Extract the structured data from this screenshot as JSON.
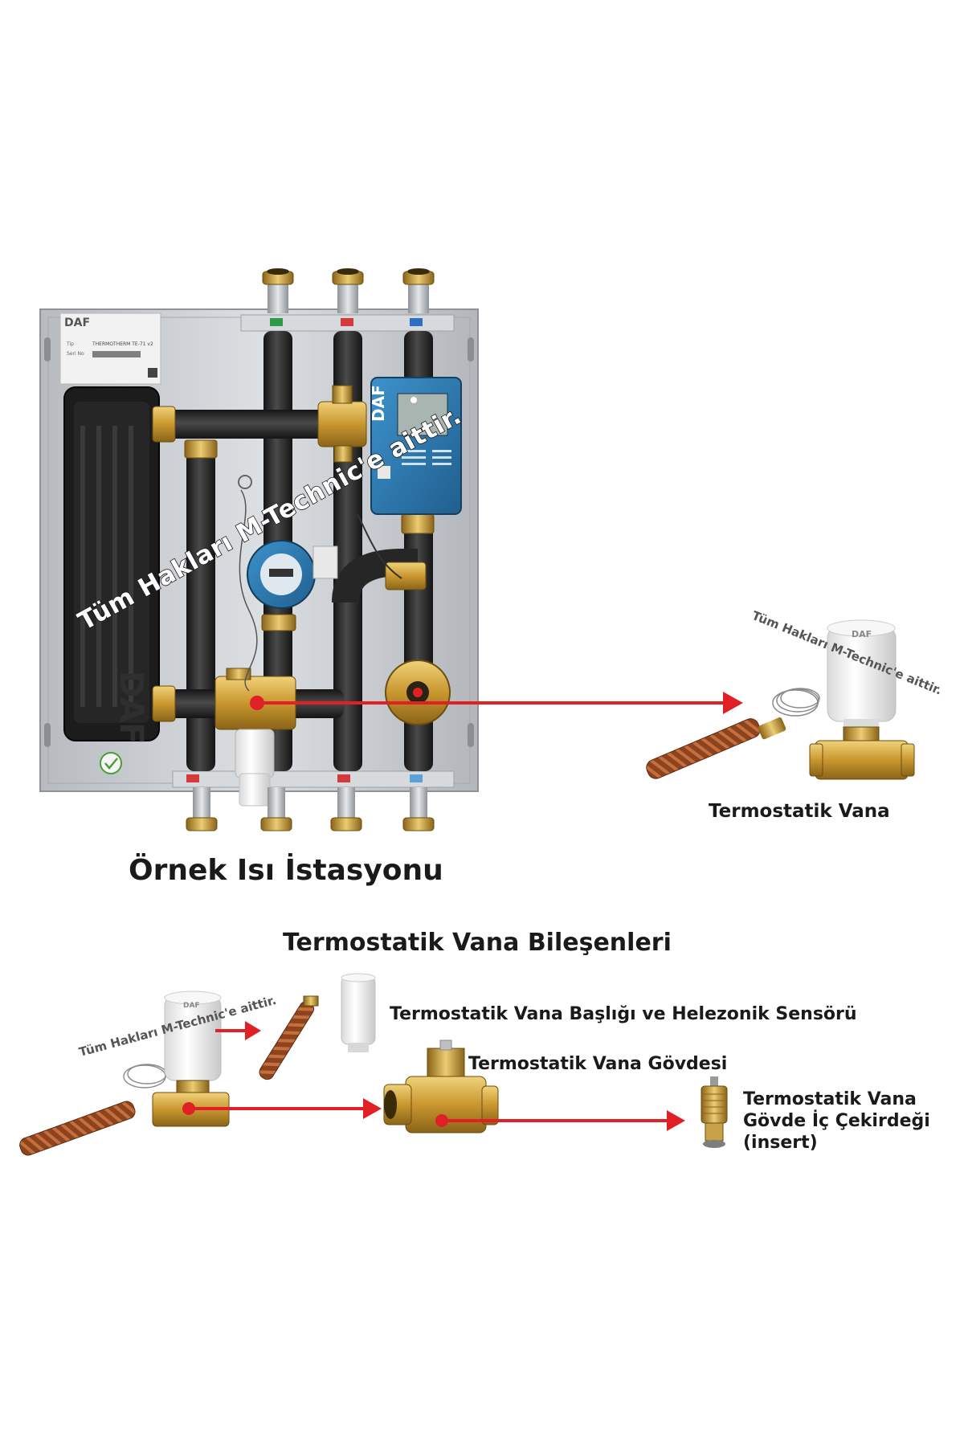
{
  "labels": {
    "station_title": "Örnek Isı İstasyonu",
    "valve_title": "Termostatik Vana",
    "components_heading": "Termostatik Vana Bileşenleri",
    "head_sensor": "Termostatik Vana Başlığı ve Helezonik Sensörü",
    "body": "Termostatik Vana Gövdesi",
    "insert_line1": "Termostatik Vana",
    "insert_line2": "Gövde İç Çekirdeği",
    "insert_line3": "(insert)"
  },
  "watermarks": {
    "main": "Tüm Hakları M-Technic'e aittir.",
    "valve": "Tüm Hakları M-Technic'e aittir.",
    "components": "Tüm Hakları M-Technic'e aittir."
  },
  "device": {
    "brand": "DAF",
    "plate_tip": "Tip",
    "plate_model": "THERMOTHERM TE-71 v2",
    "plate_serial_label": "Seri No"
  },
  "colors": {
    "arrow": "#e02024",
    "brass": "#c99a3a",
    "insulation": "#2b2b2b",
    "panel": "#c9ccd0",
    "meter": "#2d7fb8",
    "copper": "#9a4a22"
  }
}
